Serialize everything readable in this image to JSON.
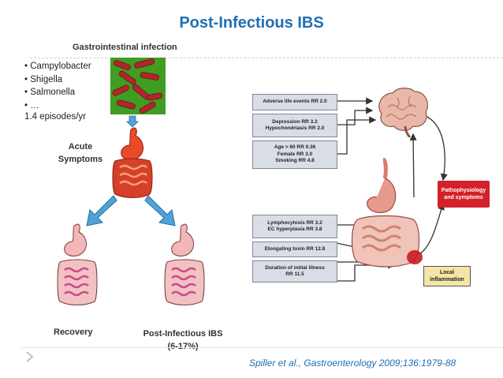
{
  "title": "Post-Infectious IBS",
  "gi_infection_label": "Gastrointestinal infection",
  "pathogens": [
    "Campylobacter",
    "Shigella",
    "Salmonella",
    "…"
  ],
  "episodes": "1.4 episodes/yr",
  "acute_label": [
    "Acute",
    "Symptoms"
  ],
  "recovery_label": "Recovery",
  "post_infectious_label": [
    "Post-Infectious IBS",
    "(6-17%)"
  ],
  "risk_boxes": {
    "box1": [
      "Adverse life events RR 2.0"
    ],
    "box2": [
      "Depression RR 3.2",
      "Hypochondriasis RR 2.0"
    ],
    "box3": [
      "Age > 60 RR 0.36",
      "Female RR 3.0",
      "Smoking RR 4.8"
    ],
    "box4": [
      "Lymphocytosis RR 3.2",
      "EC hyperplasia RR 3.8"
    ],
    "box5": [
      "Elongating toxin RR 12.8"
    ],
    "box6": [
      "Duration of initial illness",
      "RR 11.5"
    ]
  },
  "pathophysiology_label": [
    "Pathophysiology",
    "and symptoms"
  ],
  "local_inflammation_label": [
    "Local",
    "inflammation"
  ],
  "citation": "Spiller et al., Gastroenterology 2009;136:1979-88",
  "colors": {
    "title": "#1f6fb2",
    "pathophysiology_box": "#d4202a",
    "inflammation_box": "#f3e6a6",
    "risk_box": "#d9dde6",
    "arrow_blue": "#4fa3d8"
  },
  "icons": [
    "bacteria-image",
    "stomach-intestine-icon",
    "brain-icon",
    "down-arrow-icon",
    "diagonal-arrow-icon",
    "slide-chevron-icon"
  ]
}
